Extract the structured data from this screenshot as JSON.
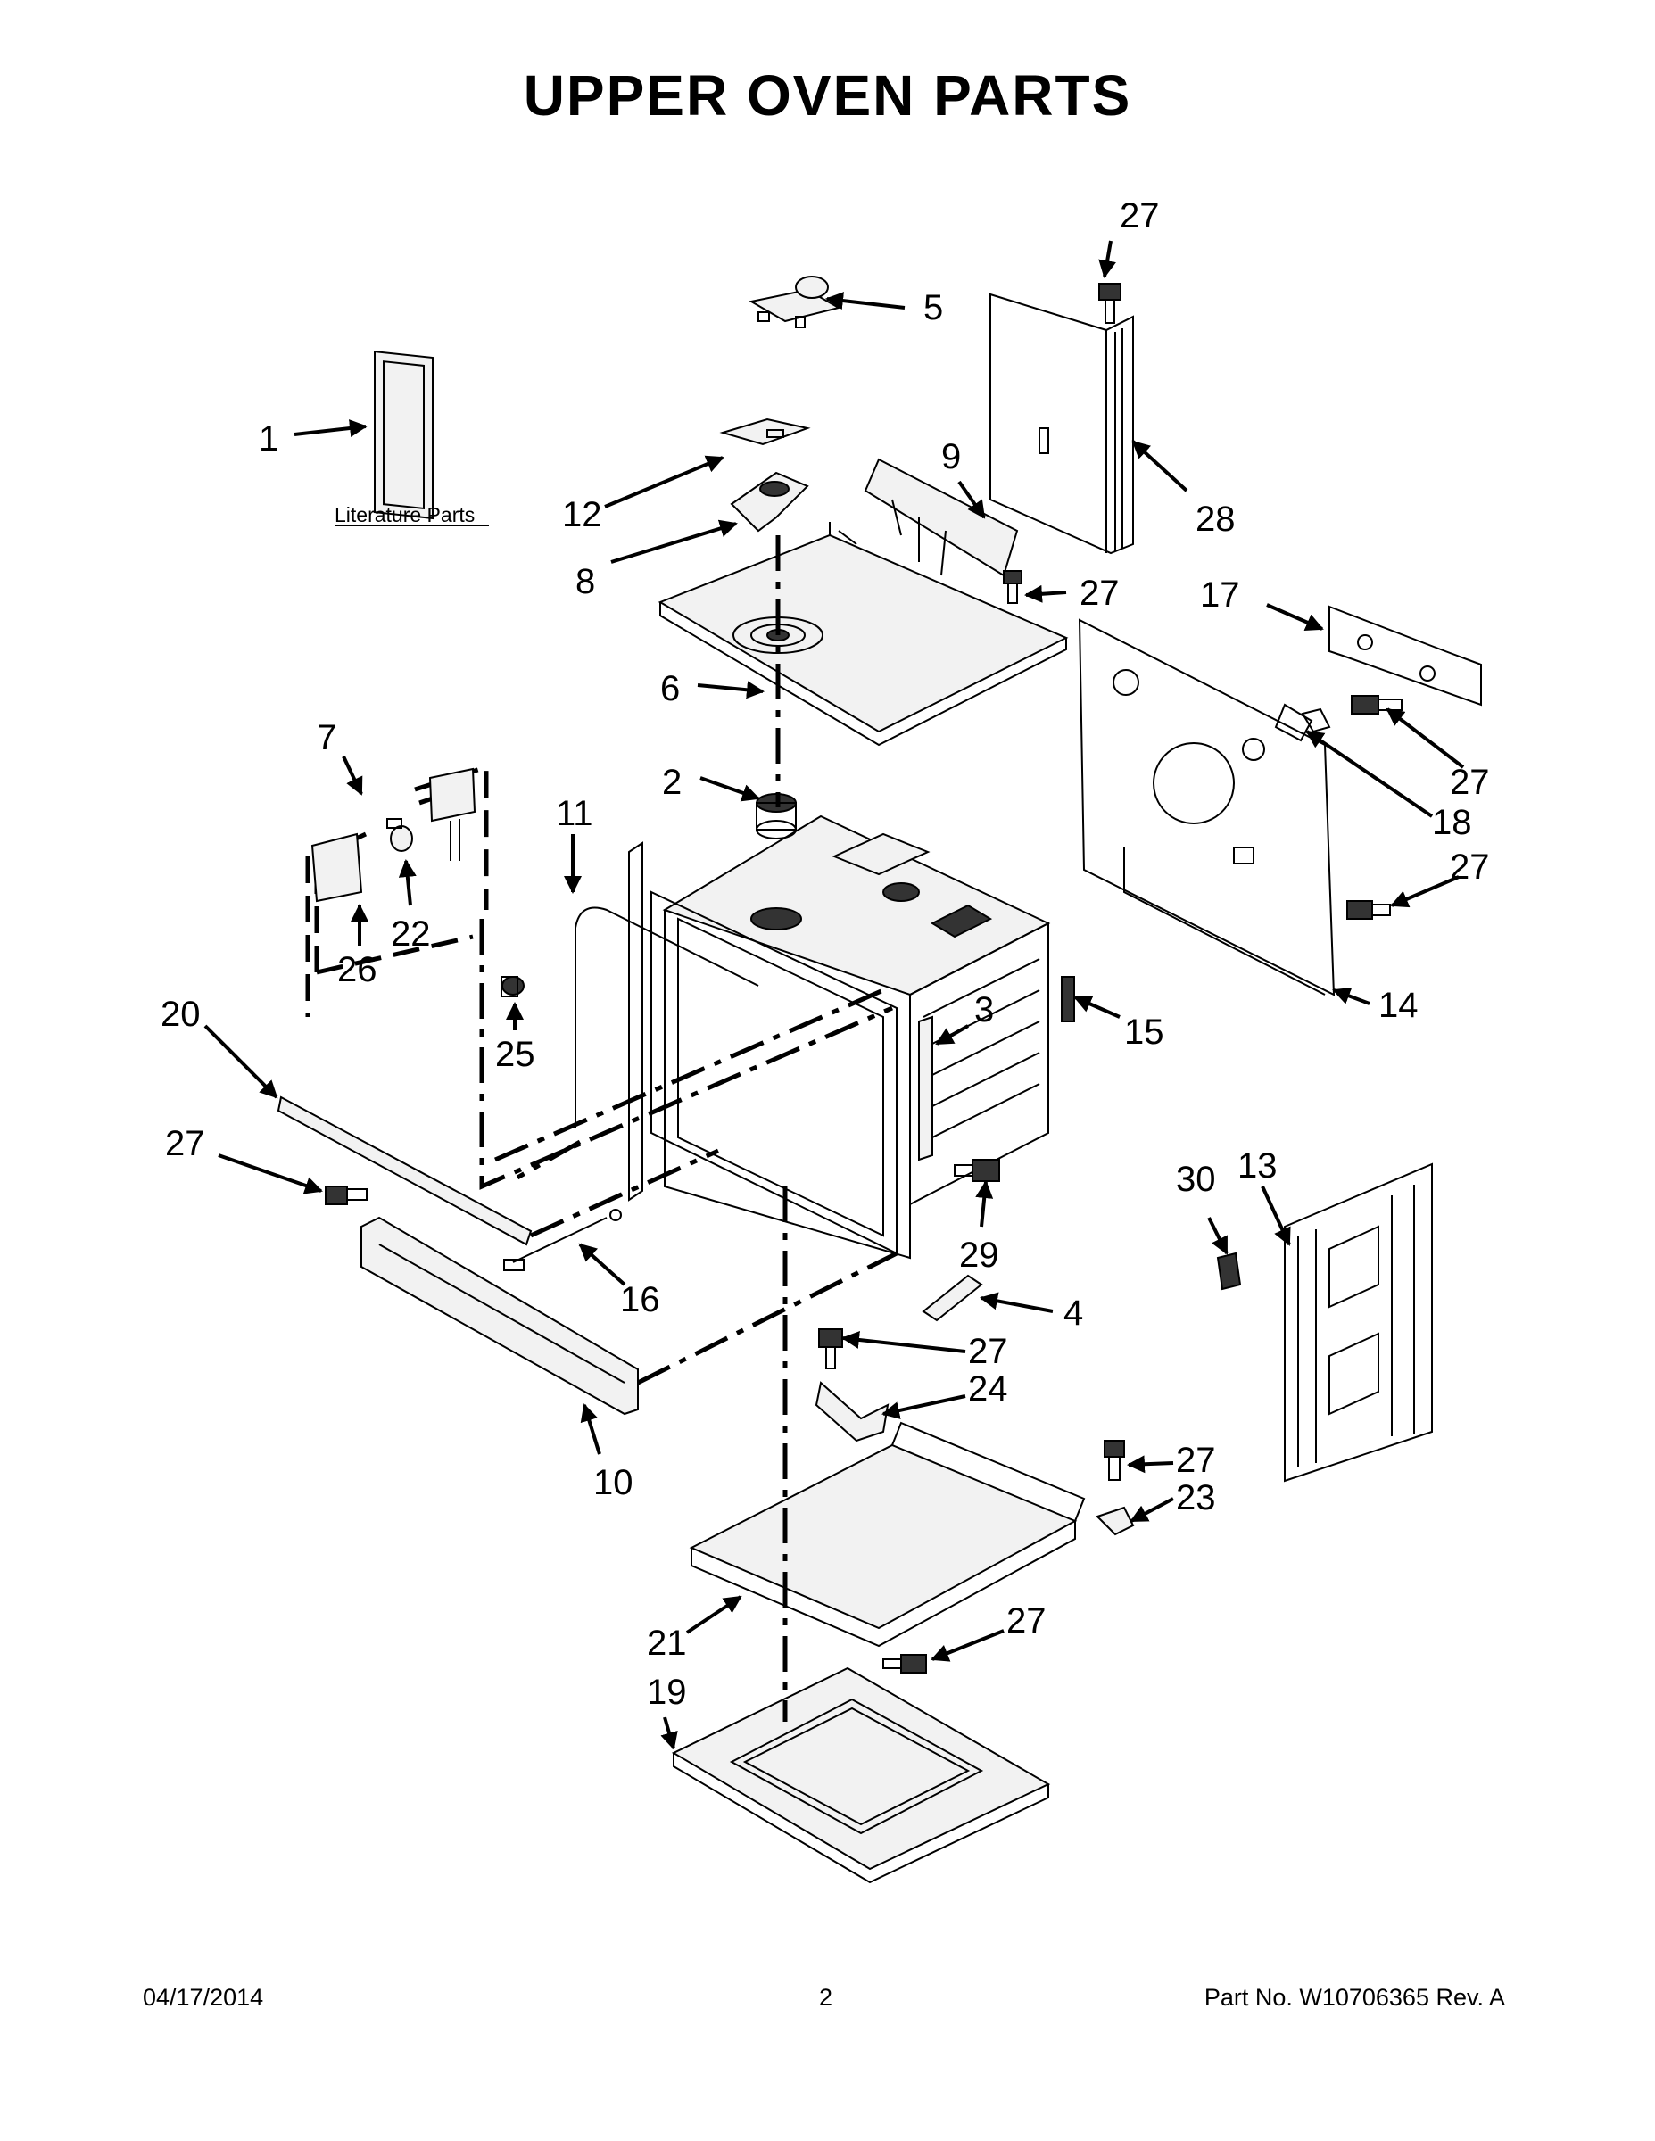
{
  "title": "UPPER OVEN PARTS",
  "literature_label": "Literature Parts",
  "callouts": {
    "c1": "1",
    "c2": "2",
    "c3": "3",
    "c4": "4",
    "c5": "5",
    "c6": "6",
    "c7": "7",
    "c8": "8",
    "c9": "9",
    "c10": "10",
    "c11": "11",
    "c12": "12",
    "c13": "13",
    "c14": "14",
    "c15": "15",
    "c16": "16",
    "c17": "17",
    "c18": "18",
    "c19": "19",
    "c20": "20",
    "c21": "21",
    "c22": "22",
    "c23": "23",
    "c24": "24",
    "c25": "25",
    "c26": "26",
    "c27": "27",
    "c28": "28",
    "c29": "29",
    "c30": "30"
  },
  "footer": {
    "date": "04/17/2014",
    "page": "2",
    "part_no": "Part No.  W10706365  Rev.  A"
  }
}
